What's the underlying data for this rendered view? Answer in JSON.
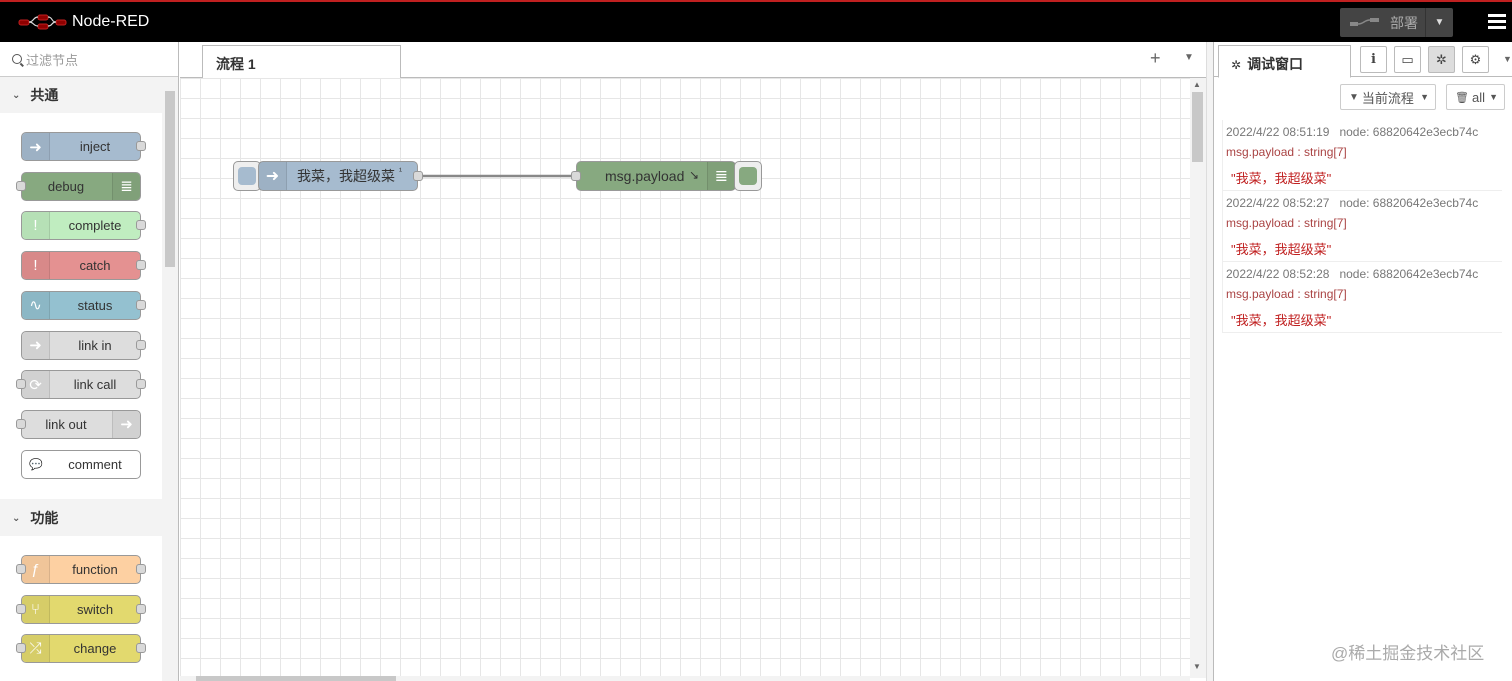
{
  "app": {
    "title": "Node-RED"
  },
  "header": {
    "deploy_label": "部署"
  },
  "palette": {
    "filter_placeholder": "过滤节点",
    "categories": [
      {
        "label": "共通",
        "nodes": [
          {
            "label": "inject",
            "color": "#a6bbcf",
            "icon": "arrow-right-icon",
            "glyph": "➜",
            "in": false,
            "out": true,
            "icon_side": "left"
          },
          {
            "label": "debug",
            "color": "#87a980",
            "icon": "list-icon",
            "glyph": "≣",
            "in": true,
            "out": false,
            "icon_side": "right"
          },
          {
            "label": "complete",
            "color": "#c0edc0",
            "icon": "exclamation-icon",
            "glyph": "!",
            "in": false,
            "out": true,
            "icon_side": "left"
          },
          {
            "label": "catch",
            "color": "#e49191",
            "icon": "exclamation-icon",
            "glyph": "!",
            "in": false,
            "out": true,
            "icon_side": "left"
          },
          {
            "label": "status",
            "color": "#94c1d0",
            "icon": "pulse-icon",
            "glyph": "∿",
            "in": false,
            "out": true,
            "icon_side": "left"
          },
          {
            "label": "link in",
            "color": "#dddddd",
            "icon": "link-in-icon",
            "glyph": "➜",
            "in": false,
            "out": true,
            "icon_side": "left"
          },
          {
            "label": "link call",
            "color": "#dddddd",
            "icon": "link-call-icon",
            "glyph": "⟳",
            "in": true,
            "out": true,
            "icon_side": "left"
          },
          {
            "label": "link out",
            "color": "#dddddd",
            "icon": "link-out-icon",
            "glyph": "➜",
            "in": true,
            "out": false,
            "icon_side": "right"
          },
          {
            "label": "comment",
            "color": "#ffffff",
            "icon": "comment-icon",
            "glyph": "💬",
            "in": false,
            "out": false,
            "icon_side": "left"
          }
        ]
      },
      {
        "label": "功能",
        "nodes": [
          {
            "label": "function",
            "color": "#fdd0a2",
            "icon": "function-icon",
            "glyph": "ƒ",
            "in": true,
            "out": true,
            "icon_side": "left"
          },
          {
            "label": "switch",
            "color": "#e2d96e",
            "icon": "switch-icon",
            "glyph": "⑂",
            "in": true,
            "out": true,
            "icon_side": "left"
          },
          {
            "label": "change",
            "color": "#e2d96e",
            "icon": "change-icon",
            "glyph": "⤮",
            "in": true,
            "out": true,
            "icon_side": "left"
          }
        ]
      }
    ]
  },
  "workspace": {
    "tab_label": "流程 1",
    "nodes": [
      {
        "label": "我菜，我超级菜",
        "badge": "¹",
        "color": "#a6bbcf",
        "type": "inject"
      },
      {
        "label": "msg.payload",
        "badge": "↘",
        "color": "#87a980",
        "type": "debug"
      }
    ]
  },
  "sidebar": {
    "tab_label": "调试窗口",
    "filter_label": "当前流程",
    "clear_label": "all",
    "messages": [
      {
        "time": "2022/4/22 08:51:19",
        "node": "node: 68820642e3ecb74c",
        "topic": "msg.payload : string[7]",
        "value": "\"我菜，我超级菜\""
      },
      {
        "time": "2022/4/22 08:52:27",
        "node": "node: 68820642e3ecb74c",
        "topic": "msg.payload : string[7]",
        "value": "\"我菜，我超级菜\""
      },
      {
        "time": "2022/4/22 08:52:28",
        "node": "node: 68820642e3ecb74c",
        "topic": "msg.payload : string[7]",
        "value": "\"我菜，我超级菜\""
      }
    ]
  },
  "watermark": "@稀土掘金技术社区"
}
